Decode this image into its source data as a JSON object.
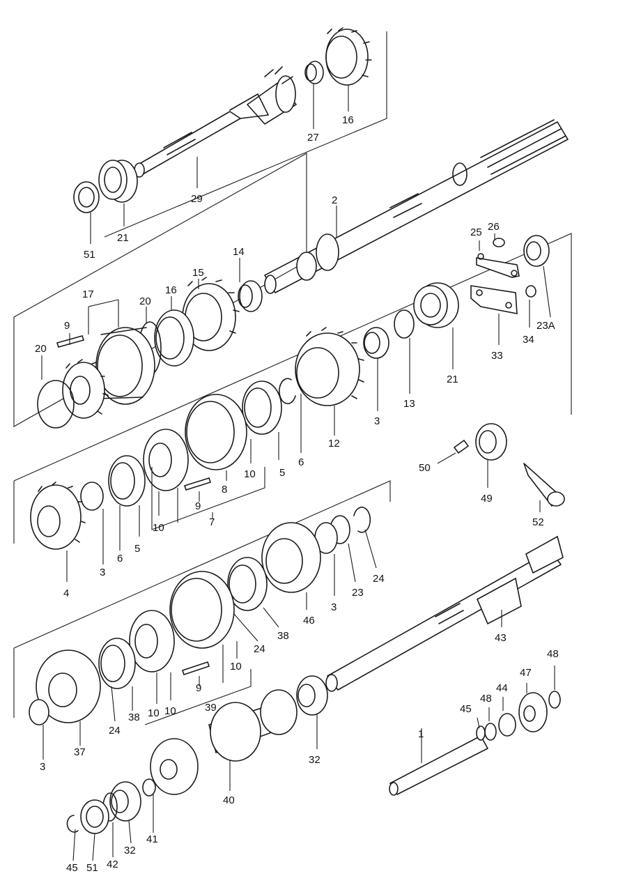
{
  "diagram": {
    "labels": {
      "l1": "1",
      "l2": "2",
      "l3a": "3",
      "l3b": "3",
      "l3c": "3",
      "l3d": "3",
      "l4": "4",
      "l5a": "5",
      "l5b": "5",
      "l6a": "6",
      "l6b": "6",
      "l7": "7",
      "l8": "8",
      "l9a": "9",
      "l9b": "9",
      "l9c": "9",
      "l10a": "10",
      "l10b": "10",
      "l10c": "10",
      "l10d": "10",
      "l10e": "10",
      "l12": "12",
      "l13": "13",
      "l14": "14",
      "l15": "15",
      "l16a": "16",
      "l16b": "16",
      "l17": "17",
      "l20a": "20",
      "l20b": "20",
      "l21a": "21",
      "l21b": "21",
      "l23": "23",
      "l23A": "23A",
      "l24a": "24",
      "l24b": "24",
      "l24c": "24",
      "l25": "25",
      "l26": "26",
      "l27": "27",
      "l29": "29",
      "l32a": "32",
      "l32b": "32",
      "l33": "33",
      "l34": "34",
      "l37": "37",
      "l38a": "38",
      "l38b": "38",
      "l39": "39",
      "l40": "40",
      "l41": "41",
      "l42": "42",
      "l43": "43",
      "l44": "44",
      "l45a": "45",
      "l45b": "45",
      "l46": "46",
      "l47": "47",
      "l48a": "48",
      "l48b": "48",
      "l49": "49",
      "l50": "50",
      "l51a": "51",
      "l51b": "51",
      "l52": "52"
    }
  }
}
